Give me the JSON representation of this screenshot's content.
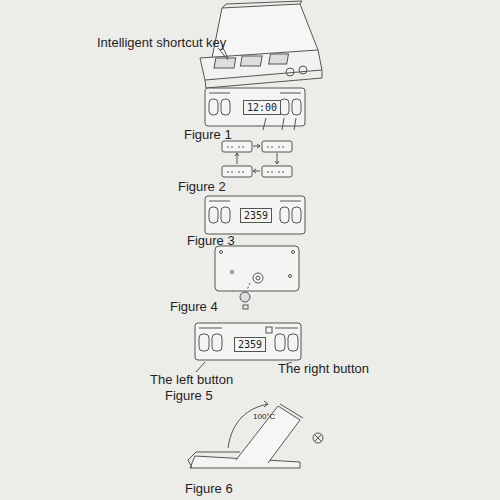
{
  "diagram": {
    "nodes": [
      {
        "text": [
          "12:00"
        ]
      },
      {
        "text": [
          "2359"
        ]
      },
      {
        "text": [
          "2359"
        ]
      }
    ],
    "labels": [
      "Intelligent shortcut key",
      "Figure 1",
      "Figure 2",
      "Figure 3",
      "Figure 4",
      "The left button",
      "The right button",
      "Figure 5",
      "100°C",
      "Figure 6"
    ]
  }
}
